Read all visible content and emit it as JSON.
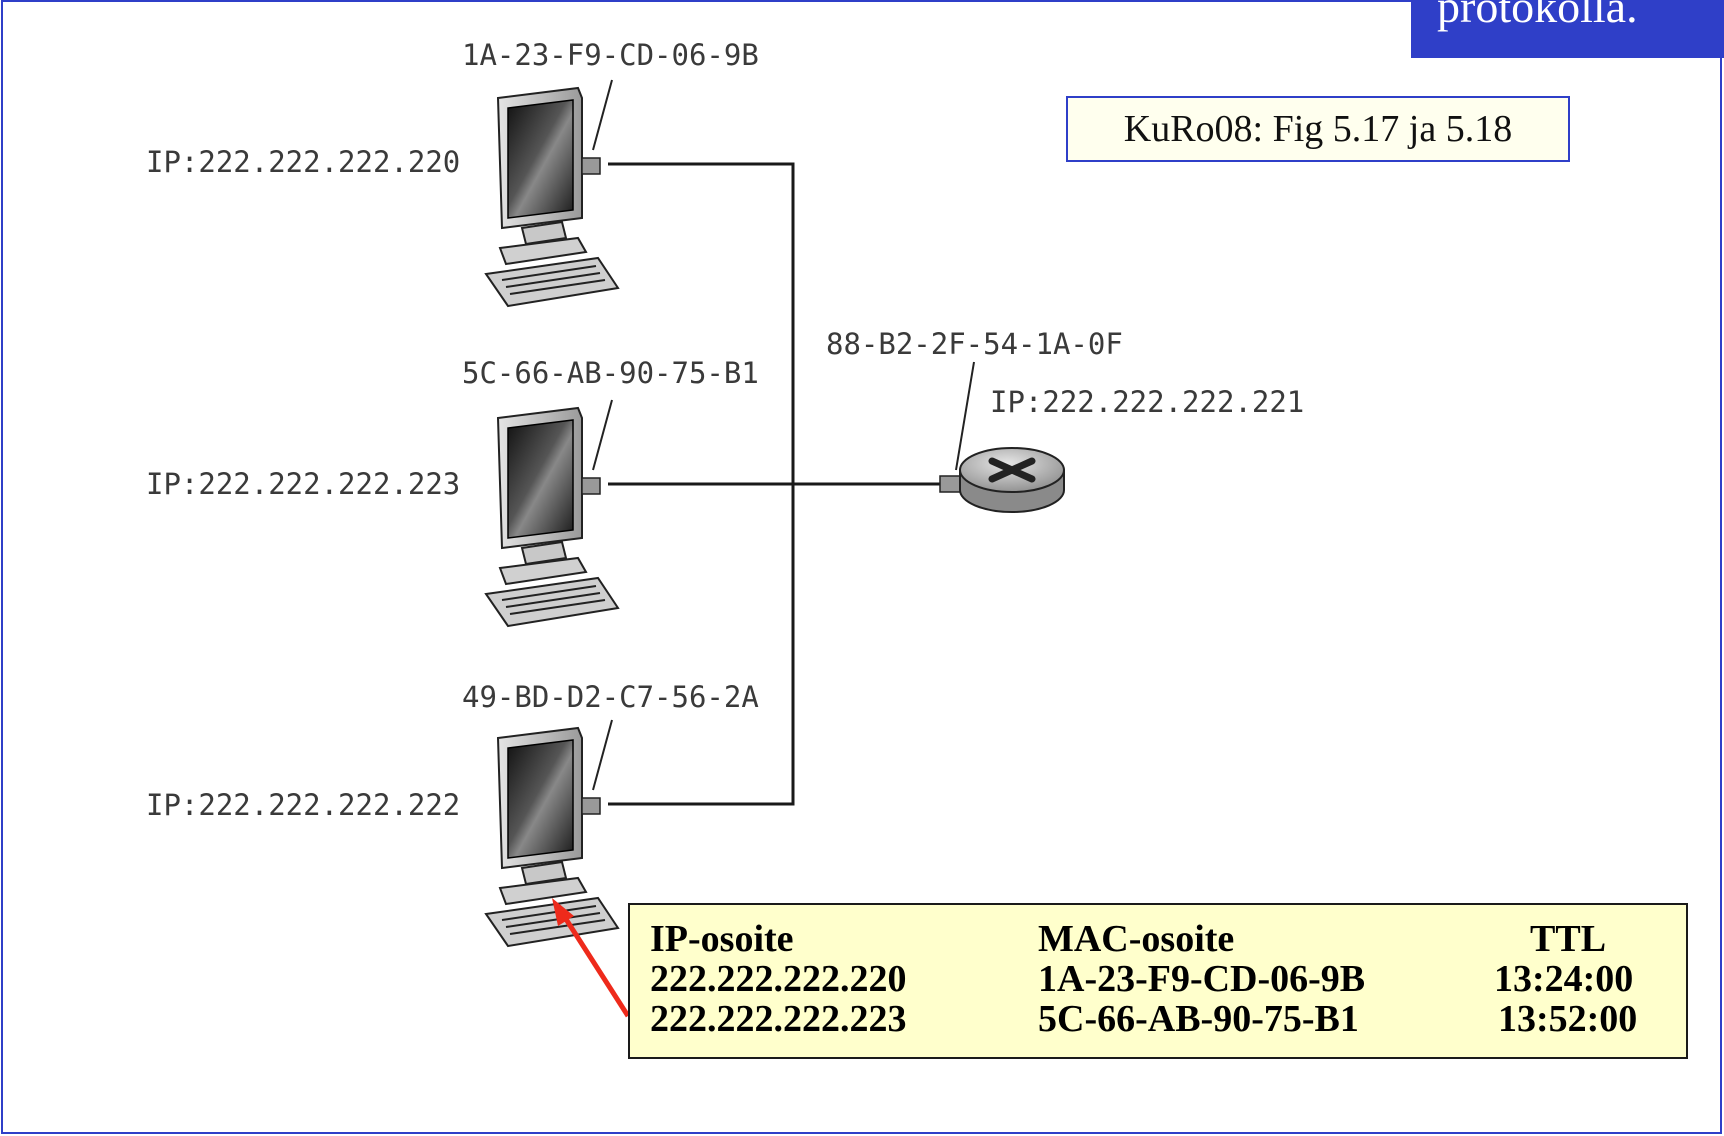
{
  "slide": {
    "title_fragment": "protokolla.",
    "reference": "KuRo08: Fig 5.17 ja 5.18"
  },
  "hosts": [
    {
      "mac": "1A-23-F9-CD-06-9B",
      "ip": "IP:222.222.222.220"
    },
    {
      "mac": "5C-66-AB-90-75-B1",
      "ip": "IP:222.222.222.223"
    },
    {
      "mac": "49-BD-D2-C7-56-2A",
      "ip": "IP:222.222.222.222"
    }
  ],
  "router": {
    "mac": "88-B2-2F-54-1A-0F",
    "ip": "IP:222.222.222.221"
  },
  "arp_table": {
    "headers": [
      "IP-osoite",
      "MAC-osoite",
      "TTL"
    ],
    "rows": [
      [
        "222.222.222.220",
        "1A-23-F9-CD-06-9B",
        "13:24:00"
      ],
      [
        "222.222.222.223",
        "5C-66-AB-90-75-B1",
        "13:52:00"
      ]
    ]
  },
  "colors": {
    "frame": "#2f3fc8",
    "table_bg": "#ffffcc",
    "arrow": "#ee2a1b",
    "wire": "#1a1a1a"
  }
}
